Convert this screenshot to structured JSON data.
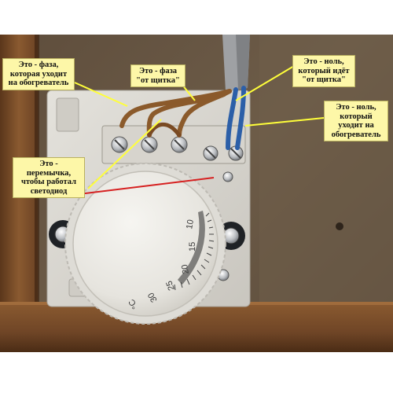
{
  "photo": {
    "subject": "room thermostat wiring",
    "colors": {
      "wood": "#7a4f2c",
      "wall": "#6b5b48",
      "plate": "#dcdad4",
      "knob": "#ebe9e3",
      "brown_wire": "#8b5a2b",
      "blue_wire": "#2c5fa8",
      "annotation": "#ffff3a",
      "jumper_marker": "#d62020",
      "callout_fill": "#fdf7a8"
    }
  },
  "callouts": {
    "phase_to_heater": {
      "line1": "Это - фаза,",
      "line2": "которая уходит",
      "line3": "на обогреватель"
    },
    "phase_from_panel": {
      "line1": "Это - фаза",
      "line2": "\"от щитка\""
    },
    "neutral_from_panel": {
      "line1": "Это - ноль,",
      "line2": "который идёт",
      "line3": "\"от щитка\""
    },
    "neutral_to_heater": {
      "line1": "Это - ноль,",
      "line2": "который",
      "line3": "уходит на",
      "line4": "обогреватель"
    },
    "jumper": {
      "line1": "Это -",
      "line2": "перемычка,",
      "line3": "чтобы работал",
      "line4": "светодиод"
    }
  },
  "dial": {
    "unit": "°C",
    "scale": [
      "10",
      "15",
      "20",
      "25",
      "30"
    ]
  }
}
